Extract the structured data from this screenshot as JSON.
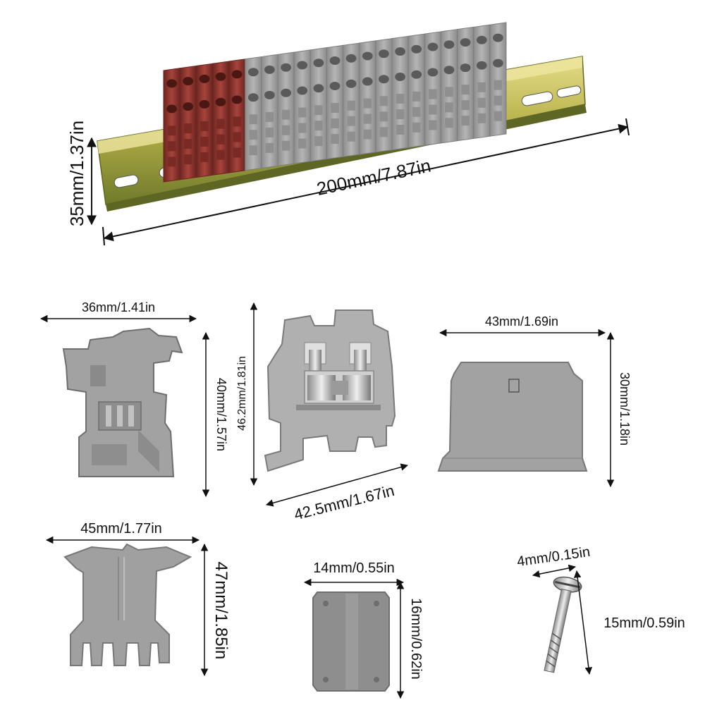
{
  "dimensions": {
    "rail_length": "200mm/7.87in",
    "rail_height": "35mm/1.37in",
    "end_bracket_width": "36mm/1.41in",
    "end_bracket_height": "40mm/1.57in",
    "terminal_block_height": "46.2mm/1.81in",
    "terminal_block_width": "42.5mm/1.67in",
    "end_plate_width": "43mm/1.69in",
    "end_plate_height": "30mm/1.18in",
    "marker_carrier_width": "45mm/1.77in",
    "marker_carrier_height": "47mm/1.85in",
    "jumper_width": "14mm/0.55in",
    "jumper_height": "16mm/0.62in",
    "screw_diameter": "4mm/0.15in",
    "screw_length": "15mm/0.59in"
  },
  "rail": {
    "red_blocks": 5,
    "gray_blocks": 16
  },
  "colors": {
    "rail_metal": "#b8b24a",
    "rail_shadow": "#6f7a2a",
    "block_gray": "#a9a9a9",
    "block_gray_dark": "#7d7d7d",
    "block_red": "#9b3b33",
    "block_red_dark": "#6c2520",
    "part_gray": "#9e9e9e",
    "screw_metal": "#c9c9c9"
  }
}
